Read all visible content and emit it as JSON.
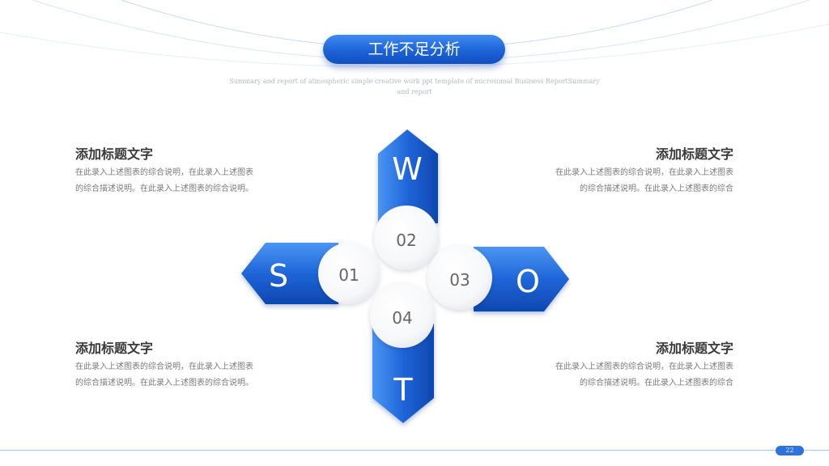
{
  "title": "工作不足分析",
  "subtitle": "Summary and report of atmospheric simple creative work ppt template of microsomal Business ReportSummary and report",
  "blocks": [
    {
      "heading": "添加标题文字",
      "line1": "在此录入上述图表的综合说明，在此录入上述图表",
      "line2": "的综合描述说明。在此录入上述图表的综合说明。"
    },
    {
      "heading": "添加标题文字",
      "line1": "在此录入上述图表的综合说明，在此录入上述图表",
      "line2": "的综合描述说明。在此录入上述图表的综合"
    },
    {
      "heading": "添加标题文字",
      "line1": "在此录入上述图表的综合说明，在此录入上述图表",
      "line2": "的综合描述说明。在此录入上述图表的综合说明。"
    },
    {
      "heading": "添加标题文字",
      "line1": "在此录入上述图表的综合说明，在此录入上述图表",
      "line2": "的综合描述说明。在此录入上述图表的综合"
    }
  ],
  "swot": {
    "w": {
      "letter": "W",
      "number": "02"
    },
    "s": {
      "letter": "S",
      "number": "01"
    },
    "o": {
      "letter": "O",
      "number": "03"
    },
    "t": {
      "letter": "T",
      "number": "04"
    }
  },
  "page_number": "22",
  "colors": {
    "accent": "#1f65d9",
    "accent_light": "#3c8bf1",
    "accent_dark": "#0e47b0"
  }
}
